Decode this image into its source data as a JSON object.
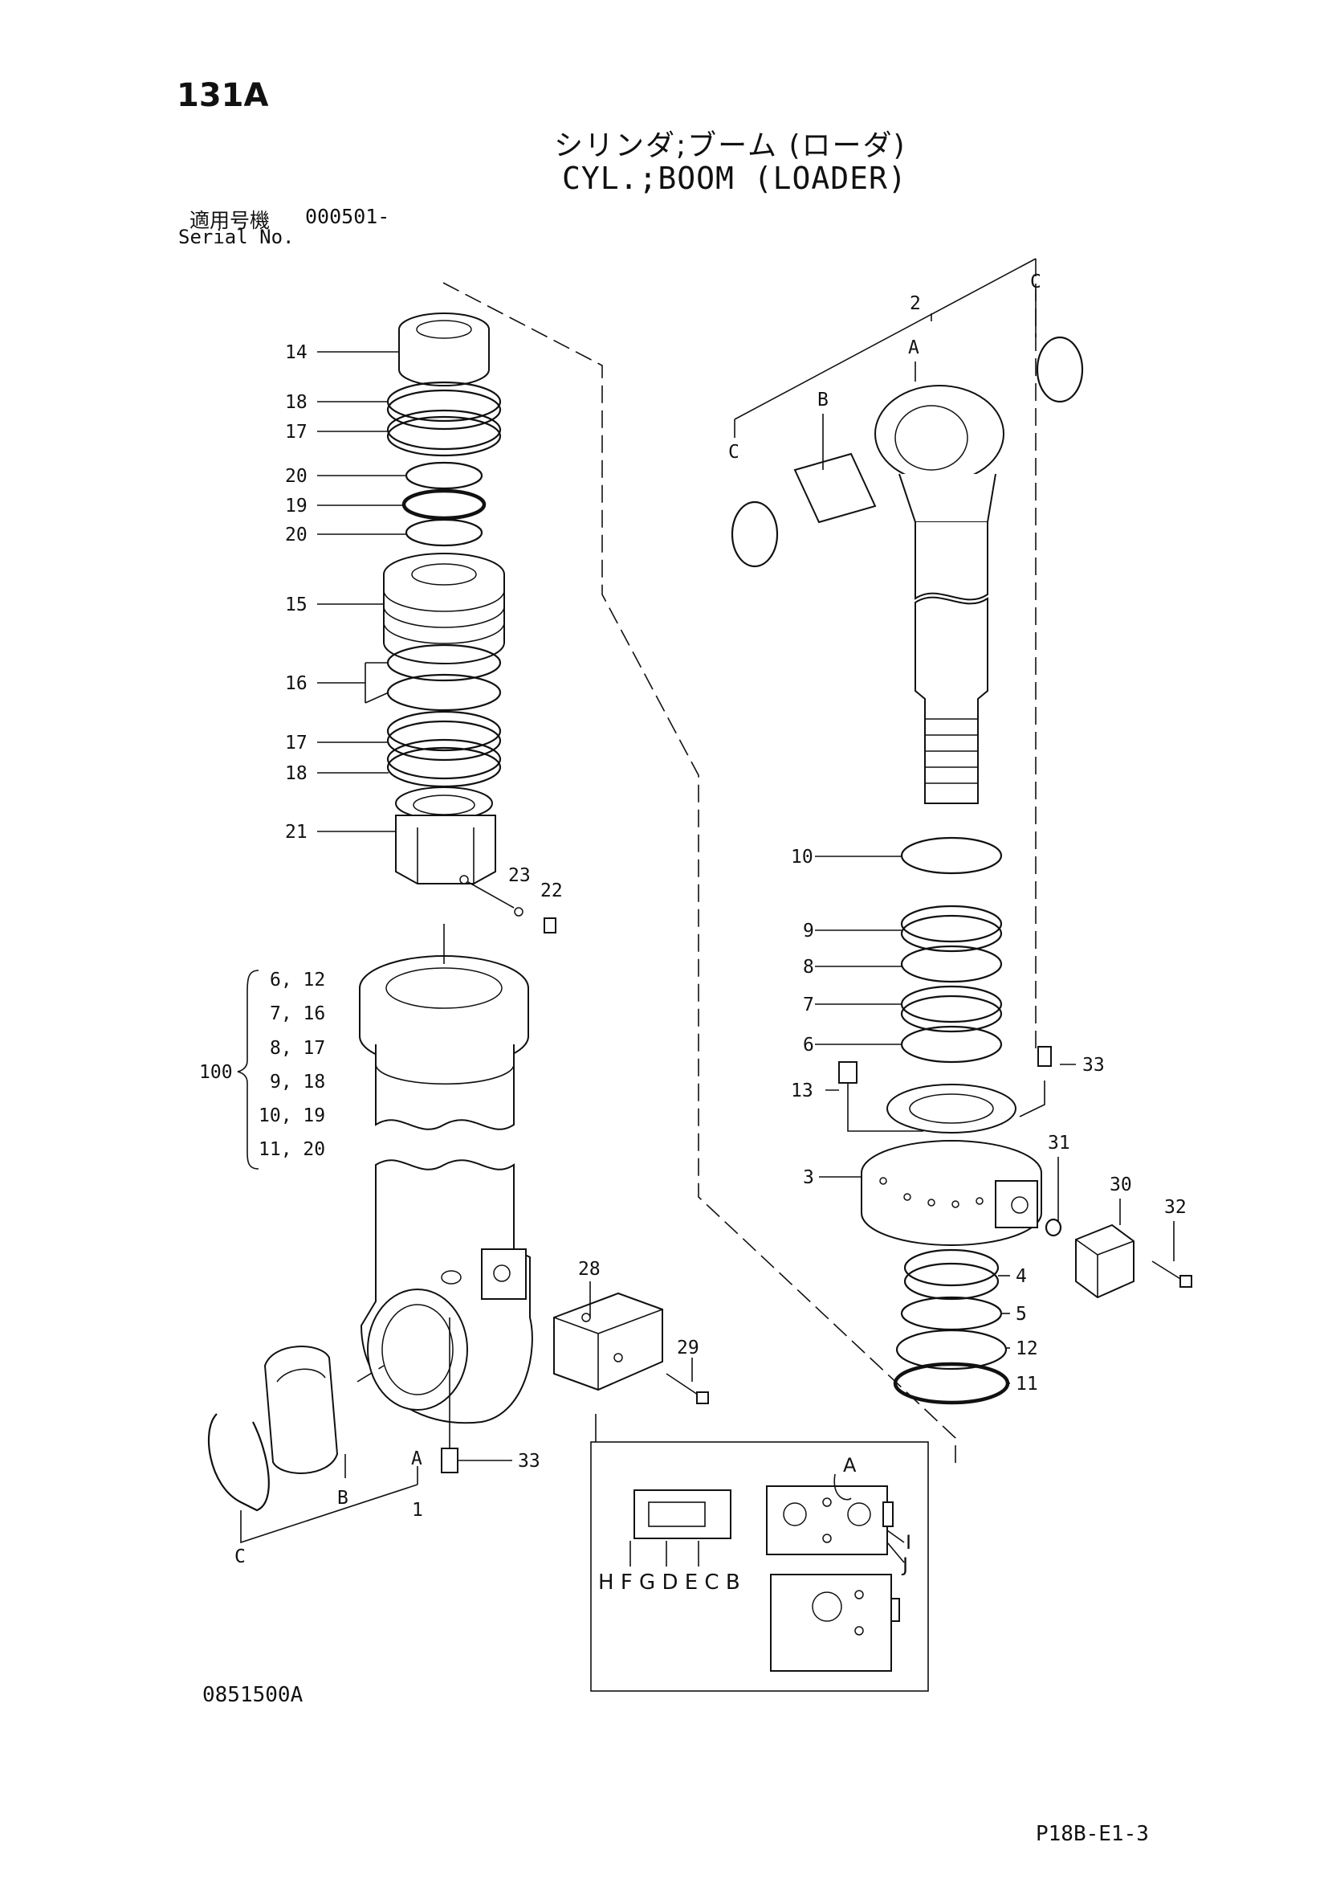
{
  "header": {
    "page_number": "131A",
    "title_jp": "シリンダ;ブーム (ローダ)",
    "title_en": "CYL.;BOOM (LOADER)",
    "serial_label_jp": "適用号機",
    "serial_value": "000501-",
    "serial_label_en": "Serial No."
  },
  "left_callouts": [
    "14",
    "18",
    "17",
    "20",
    "19",
    "20",
    "15",
    "16",
    "17",
    "18",
    "21",
    "23",
    "22",
    "28",
    "29",
    "33",
    "A",
    "B",
    "C",
    "1"
  ],
  "kit": {
    "label": "100",
    "pairs": [
      "6, 12",
      "7, 16",
      "8, 17",
      "9, 18",
      "10, 19",
      "11, 20"
    ]
  },
  "right_callouts": [
    "2",
    "A",
    "B",
    "C",
    "C",
    "10",
    "9",
    "8",
    "7",
    "6",
    "13",
    "33",
    "3",
    "31",
    "30",
    "32",
    "4",
    "5",
    "12",
    "11"
  ],
  "detail": {
    "letters_bottom": "H F G D E C B",
    "letter_A": "A",
    "letter_I": "I",
    "letter_J": "J"
  },
  "footer": {
    "figure_code": "0851500A",
    "sheet_code": "P18B-E1-3"
  }
}
